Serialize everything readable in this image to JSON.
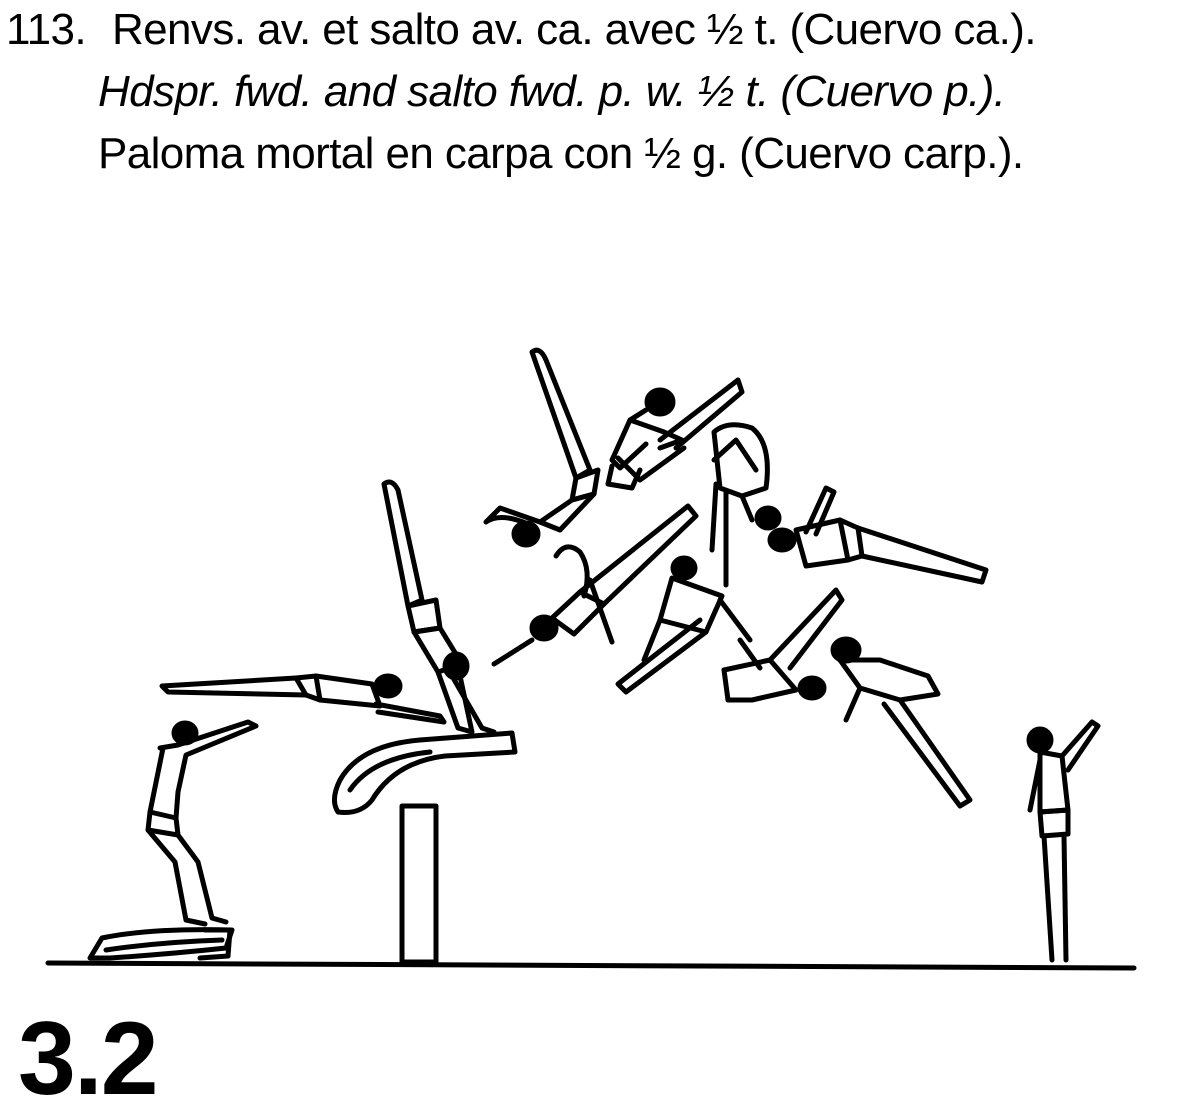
{
  "element": {
    "number": "113.",
    "title_fr": "Renvs. av. et salto av. ca. avec ½ t. (Cuervo ca.).",
    "title_en": "Hdspr. fwd. and salto fwd. p. w. ½ t. (Cuervo p.).",
    "title_es": "Paloma mortal en carpa con ½ g. (Cuervo carp.).",
    "value": "3.2"
  },
  "colors": {
    "ink": "#000000",
    "paper": "#ffffff"
  }
}
